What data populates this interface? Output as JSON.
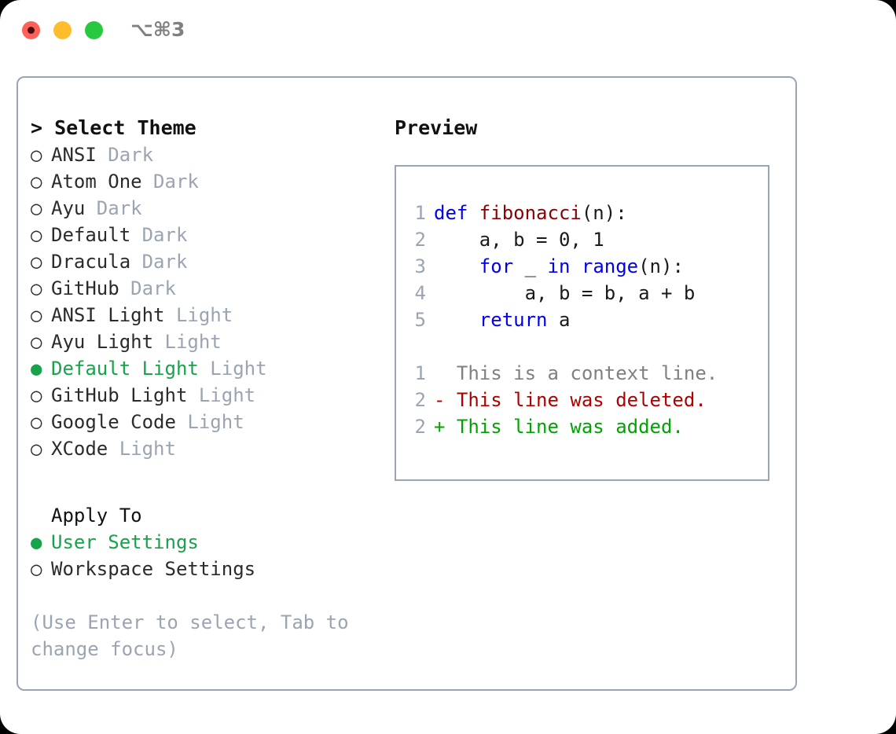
{
  "titlebar": {
    "shortcut": "⌥⌘3",
    "buttons": [
      {
        "name": "close",
        "color": "#ff6058"
      },
      {
        "name": "minimize",
        "color": "#ffbd2e"
      },
      {
        "name": "maximize",
        "color": "#28c840"
      }
    ]
  },
  "theme_panel": {
    "header": "> Select Theme",
    "markers": {
      "selected": "●",
      "unselected": "○"
    },
    "items": [
      {
        "name": "ANSI",
        "kind": "Dark",
        "selected": false
      },
      {
        "name": "Atom One",
        "kind": "Dark",
        "selected": false
      },
      {
        "name": "Ayu",
        "kind": "Dark",
        "selected": false
      },
      {
        "name": "Default",
        "kind": "Dark",
        "selected": false
      },
      {
        "name": "Dracula",
        "kind": "Dark",
        "selected": false
      },
      {
        "name": "GitHub",
        "kind": "Dark",
        "selected": false
      },
      {
        "name": "ANSI Light",
        "kind": "Light",
        "selected": false
      },
      {
        "name": "Ayu Light",
        "kind": "Light",
        "selected": false
      },
      {
        "name": "Default Light",
        "kind": "Light",
        "selected": true
      },
      {
        "name": "GitHub Light",
        "kind": "Light",
        "selected": false
      },
      {
        "name": "Google Code",
        "kind": "Light",
        "selected": false
      },
      {
        "name": "XCode",
        "kind": "Light",
        "selected": false
      }
    ]
  },
  "apply_to": {
    "header": "Apply To",
    "options": [
      {
        "label": "User Settings",
        "selected": true
      },
      {
        "label": "Workspace Settings",
        "selected": false
      }
    ]
  },
  "hint": "(Use Enter to select, Tab to change focus)",
  "preview": {
    "header": "Preview",
    "code_lines": [
      {
        "no": "1",
        "tokens": [
          {
            "t": "def ",
            "c": "kw"
          },
          {
            "t": "fibonacci",
            "c": "fn"
          },
          {
            "t": "(n):",
            "c": "pln"
          }
        ]
      },
      {
        "no": "2",
        "tokens": [
          {
            "t": "    a, b = 0, 1",
            "c": "pln"
          }
        ]
      },
      {
        "no": "3",
        "tokens": [
          {
            "t": "    ",
            "c": "pln"
          },
          {
            "t": "for",
            "c": "kw"
          },
          {
            "t": " _ ",
            "c": "pln"
          },
          {
            "t": "in range",
            "c": "kw"
          },
          {
            "t": "(n):",
            "c": "pln"
          }
        ]
      },
      {
        "no": "4",
        "tokens": [
          {
            "t": "        a, b = b, a + b",
            "c": "pln"
          }
        ]
      },
      {
        "no": "5",
        "tokens": [
          {
            "t": "    ",
            "c": "pln"
          },
          {
            "t": "return",
            "c": "kw"
          },
          {
            "t": " a",
            "c": "pln"
          }
        ]
      }
    ],
    "diff_lines": [
      {
        "no": "1",
        "tokens": [
          {
            "t": "  This is a context line.",
            "c": "ctx"
          }
        ]
      },
      {
        "no": "2",
        "tokens": [
          {
            "t": "- This line was deleted.",
            "c": "del"
          }
        ]
      },
      {
        "no": "2",
        "tokens": [
          {
            "t": "+ This line was added.",
            "c": "add"
          }
        ]
      }
    ]
  },
  "colors": {
    "accent_green": "#16a34a",
    "muted": "#9aa5b1",
    "keyword": "#0000ee",
    "function": "#8b0000",
    "diff_added": "#00a400",
    "diff_deleted": "#b00000"
  }
}
